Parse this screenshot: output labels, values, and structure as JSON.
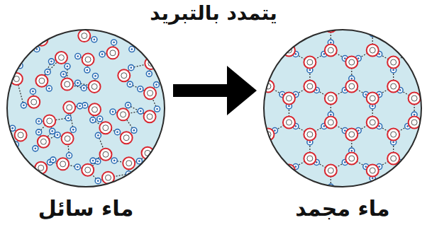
{
  "diagram": {
    "title": "يتمدد بالتبريد",
    "nodes": [
      {
        "text": [
          "ماء سائل"
        ]
      },
      {
        "text": [
          "ماء مجمد"
        ]
      }
    ],
    "edges": [
      {
        "from": 0,
        "to": 1,
        "arrow": "to"
      }
    ]
  }
}
